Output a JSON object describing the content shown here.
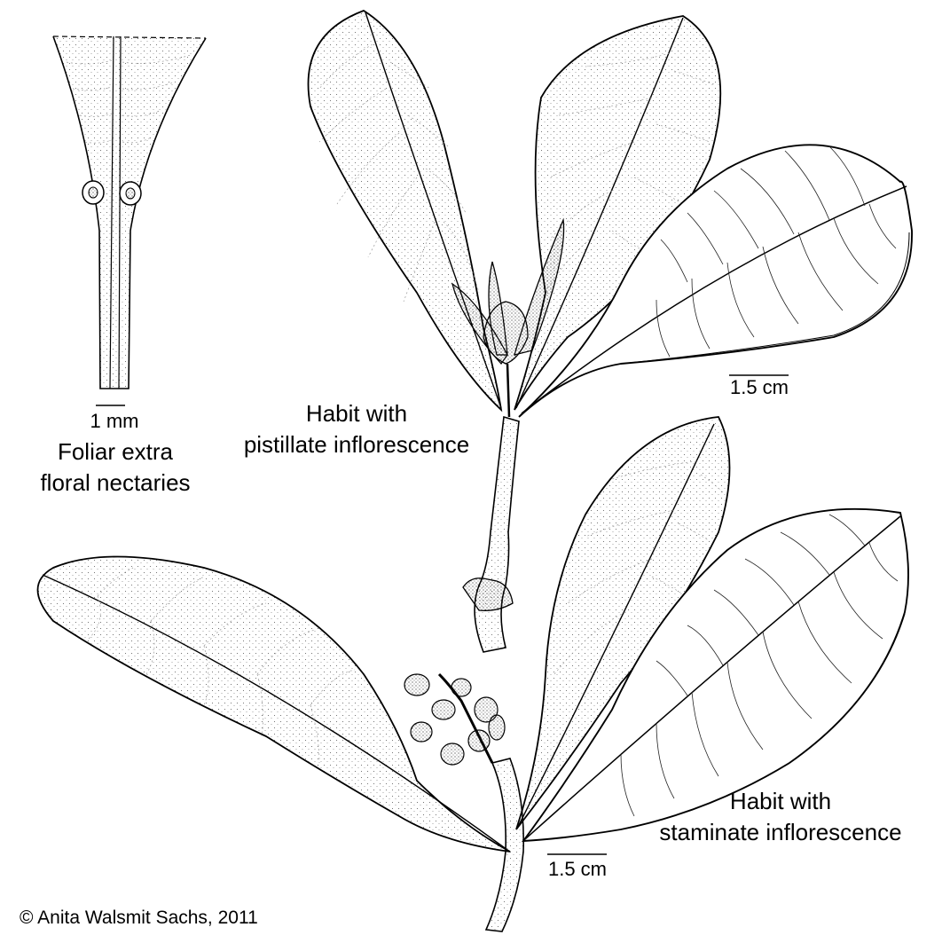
{
  "labels": {
    "nectary_scale": "1 mm",
    "nectary_caption_line1": "Foliar extra",
    "nectary_caption_line2": "floral nectaries",
    "pistillate_caption_line1": "Habit with",
    "pistillate_caption_line2": "pistillate inflorescence",
    "pistillate_scale": "1.5 cm",
    "staminate_caption_line1": "Habit with",
    "staminate_caption_line2": "staminate inflorescence",
    "staminate_scale": "1.5 cm",
    "copyright": "© Anita Walsmit Sachs, 2011"
  },
  "colors": {
    "ink": "#000000",
    "stipple": "#555555",
    "paper": "#ffffff"
  }
}
